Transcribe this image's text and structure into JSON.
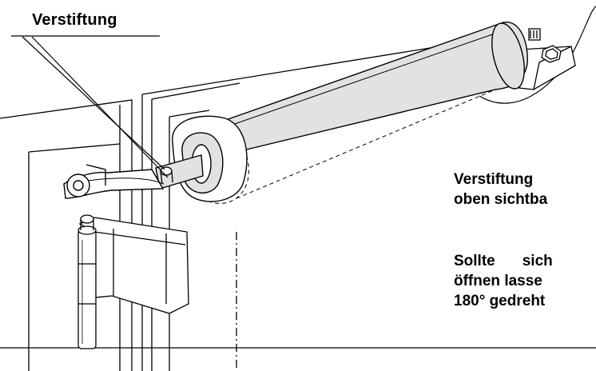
{
  "labels": {
    "callout": "Verstiftung"
  },
  "notes": {
    "note_1": {
      "line_1": "Verstiftung",
      "line_2": "oben sichtba"
    },
    "note_2": {
      "line_1_a": "Sollte",
      "line_1_b": "sich",
      "line_2": "öffnen lasse",
      "line_3": "180° gedreht"
    }
  },
  "colors": {
    "ink": "#000000",
    "shade": "#e2e2e2",
    "background": "#ffffff"
  }
}
